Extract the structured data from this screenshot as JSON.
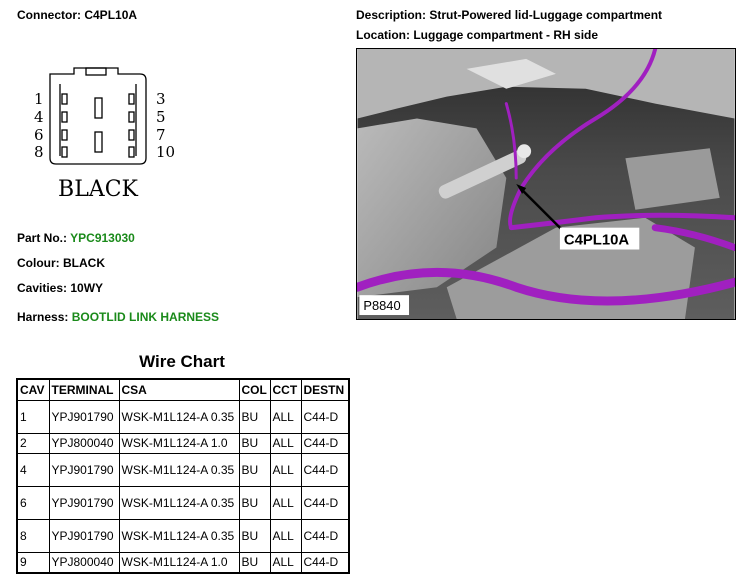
{
  "connector": {
    "label": "Connector:",
    "value": "C4PL10A"
  },
  "description": {
    "label": "Description:",
    "value": "Strut-Powered lid-Luggage compartment"
  },
  "location": {
    "label": "Location:",
    "value": "Luggage compartment - RH side"
  },
  "pinout": {
    "left_numbers": [
      "1",
      "4",
      "6",
      "8"
    ],
    "right_numbers": [
      "3",
      "5",
      "7",
      "10"
    ],
    "colour_label": "BLACK"
  },
  "photo": {
    "callout": "C4PL10A",
    "ref": "P8840"
  },
  "part_no": {
    "label": "Part No.:",
    "value": "YPC913030"
  },
  "colour": {
    "label": "Colour:",
    "value": "BLACK"
  },
  "cavities": {
    "label": "Cavities:",
    "value": "10WY"
  },
  "harness": {
    "label": "Harness:",
    "value": "BOOTLID LINK HARNESS"
  },
  "wire_chart": {
    "title": "Wire Chart",
    "headers": [
      "CAV",
      "TERMINAL",
      "CSA",
      "COL",
      "CCT",
      "DESTN"
    ],
    "rows": [
      [
        "1",
        "YPJ901790",
        "WSK-M1L124-A 0.35",
        "BU",
        "ALL",
        "C44-D"
      ],
      [
        "2",
        "YPJ800040",
        "WSK-M1L124-A 1.0",
        "BU",
        "ALL",
        "C44-D"
      ],
      [
        "4",
        "YPJ901790",
        "WSK-M1L124-A 0.35",
        "BU",
        "ALL",
        "C44-D"
      ],
      [
        "6",
        "YPJ901790",
        "WSK-M1L124-A 0.35",
        "BU",
        "ALL",
        "C44-D"
      ],
      [
        "8",
        "YPJ901790",
        "WSK-M1L124-A 0.35",
        "BU",
        "ALL",
        "C44-D"
      ],
      [
        "9",
        "YPJ800040",
        "WSK-M1L124-A 1.0",
        "BU",
        "ALL",
        "C44-D"
      ]
    ]
  },
  "colors": {
    "green_text": "#1a8a1a",
    "harness_wire": "#a020c0"
  }
}
